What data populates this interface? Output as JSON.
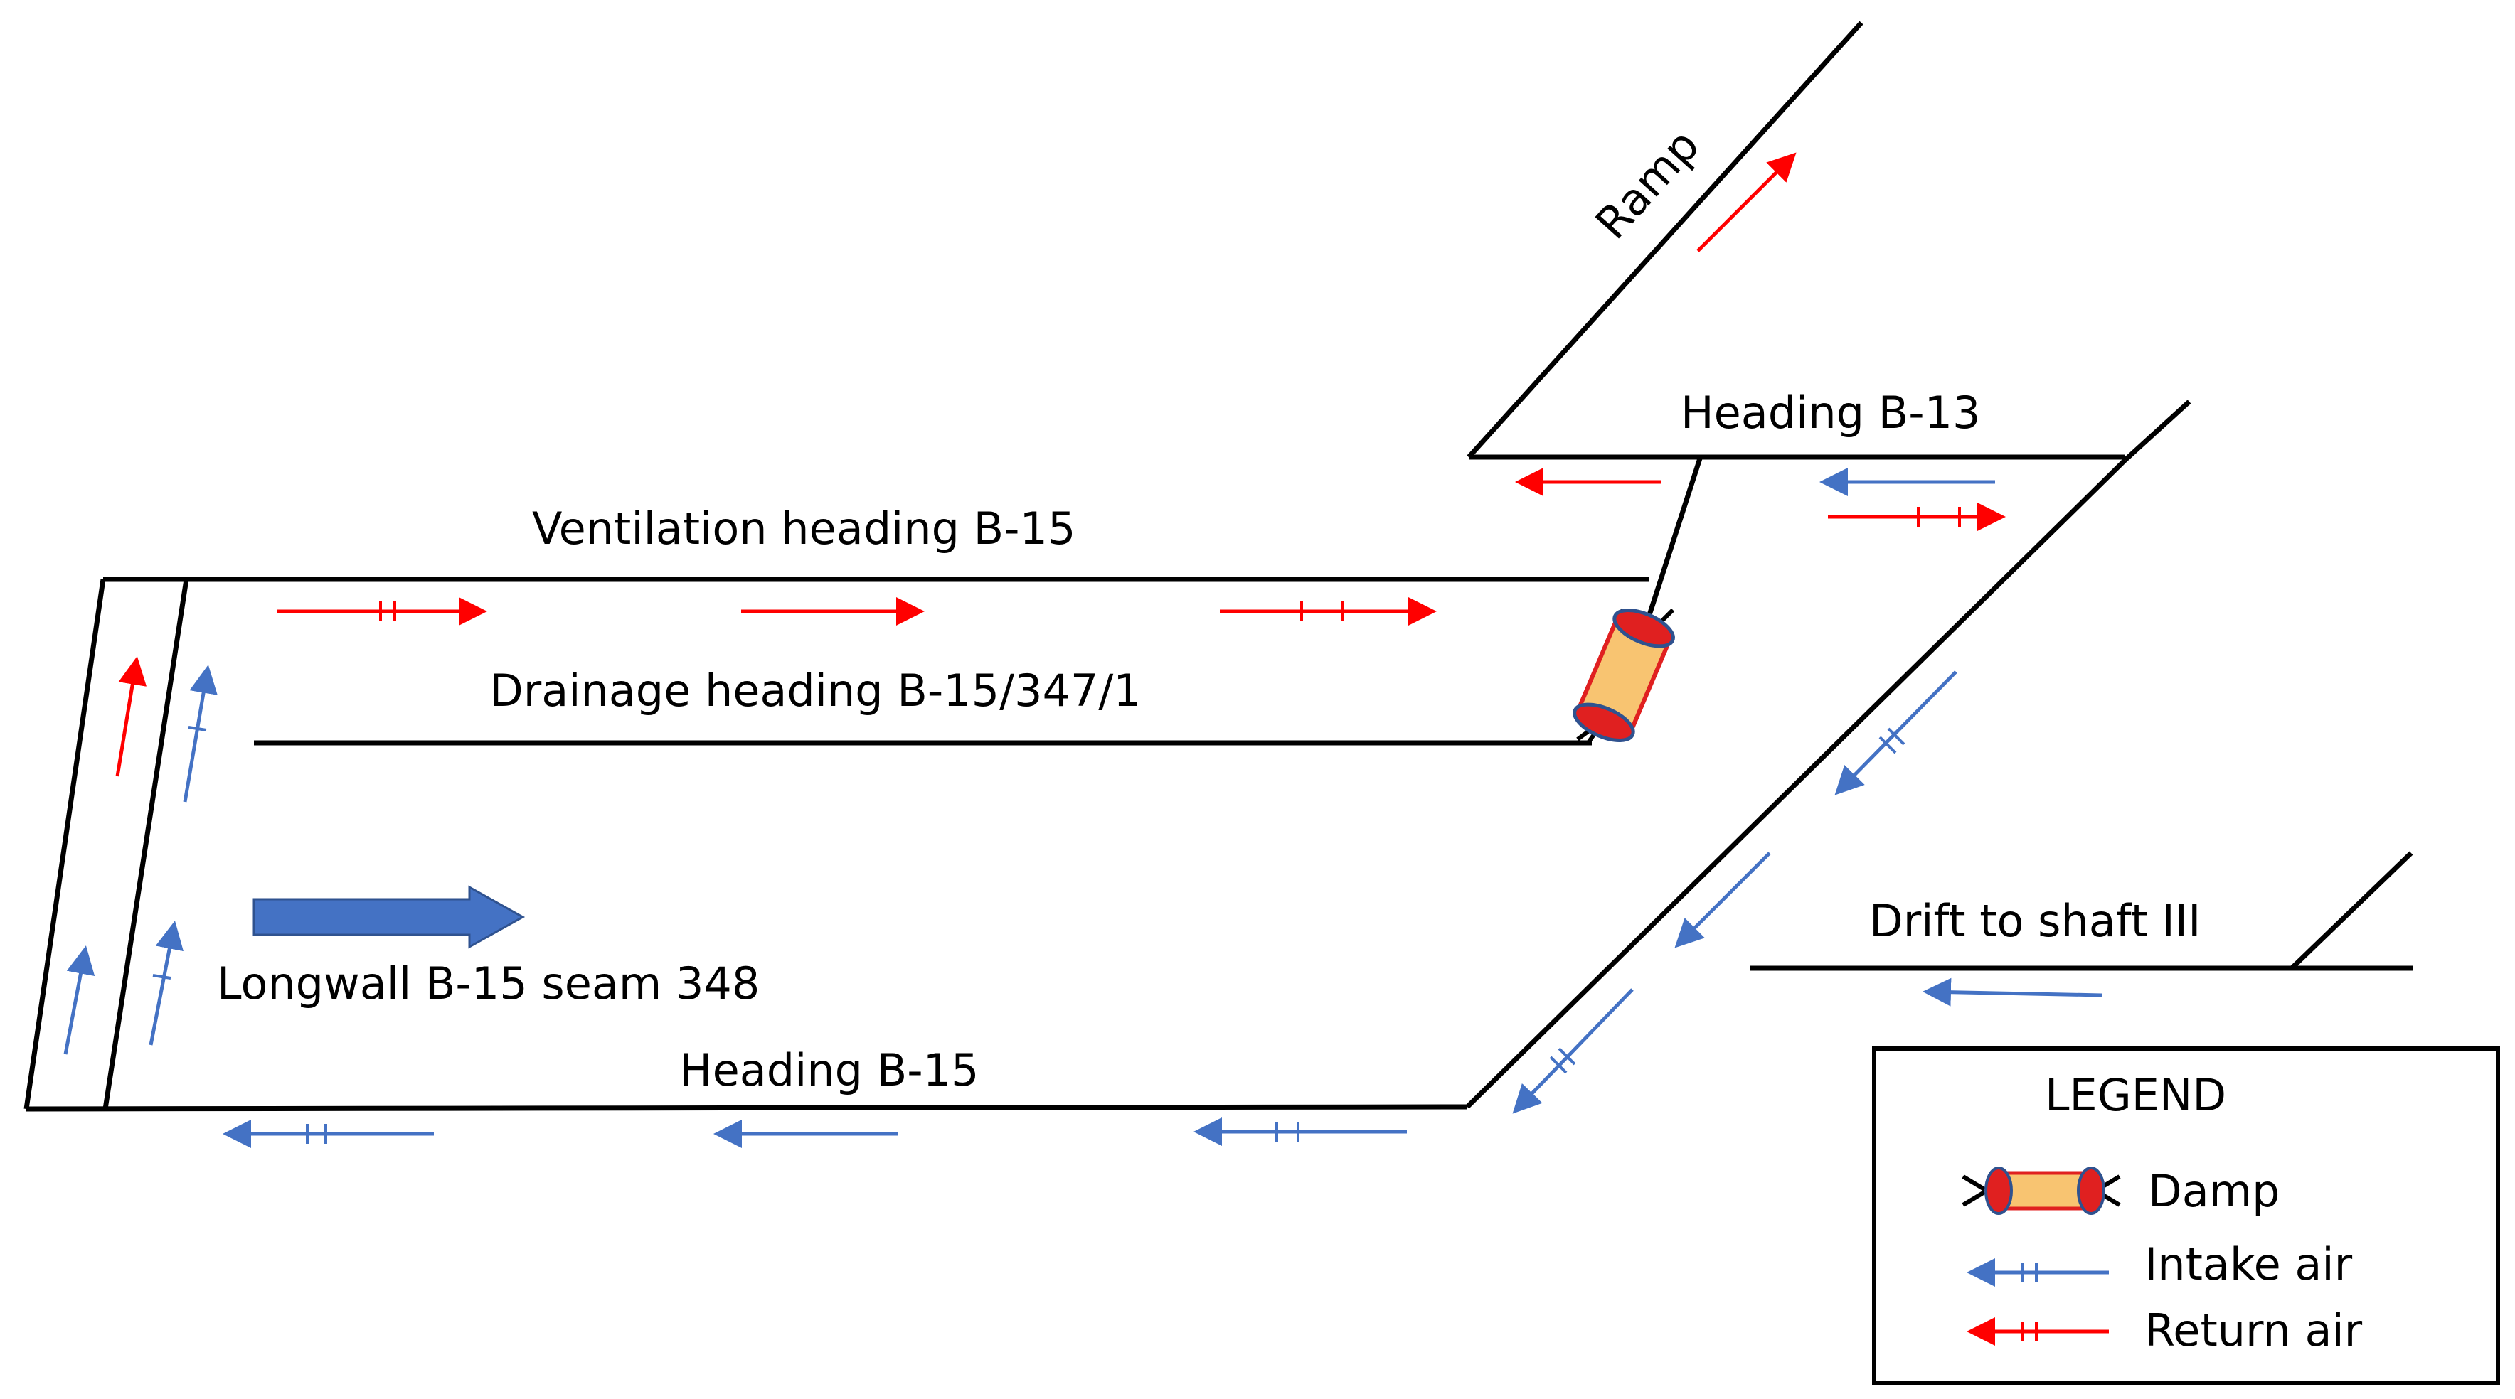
{
  "labels": {
    "ramp": "Ramp",
    "heading_b13": "Heading B-13",
    "ventilation_heading": "Ventilation heading B-15",
    "drainage_heading": "Drainage heading B-15/347/1",
    "longwall": "Longwall B-15 seam 348",
    "heading_b15": "Heading B-15",
    "drift": "Drift to shaft III"
  },
  "legend": {
    "title": "LEGEND",
    "items": [
      {
        "icon": "damp-icon",
        "label": "Damp"
      },
      {
        "icon": "intake-air-arrow-icon",
        "label": "Intake air"
      },
      {
        "icon": "return-air-arrow-icon",
        "label": "Return air"
      }
    ]
  },
  "colors": {
    "intake_air": "#4472C4",
    "return_air": "#FF0000",
    "walls": "#000000",
    "damp_body": "#F8C471",
    "damp_cap": "#E02020"
  }
}
